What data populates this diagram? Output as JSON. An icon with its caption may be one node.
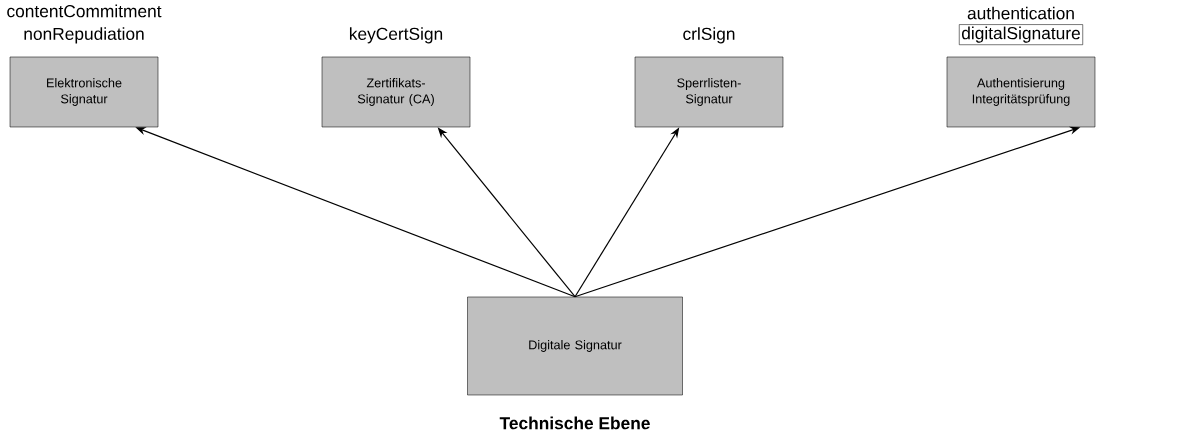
{
  "diagram": {
    "caption": "Technische Ebene",
    "nodes": [
      {
        "text": [
          "contentCommitment nonRepudiation",
          "Elektronische Signatur"
        ]
      },
      {
        "text": [
          "keyCertSign",
          "Zertifikats- Signatur (CA)"
        ]
      },
      {
        "text": [
          "crlSign",
          "Sperrlisten- Signatur"
        ]
      },
      {
        "text": [
          "authentication",
          "digitalSignature",
          "Authentisierung Integritätsprüfung"
        ]
      },
      {
        "text": [
          "Digitale Signatur"
        ]
      }
    ],
    "edges": [
      {
        "from": 4,
        "to": 0,
        "arrow": "to"
      },
      {
        "from": 4,
        "to": 1,
        "arrow": "to"
      },
      {
        "from": 4,
        "to": 2,
        "arrow": "to"
      },
      {
        "from": 4,
        "to": 3,
        "arrow": "to"
      }
    ]
  }
}
